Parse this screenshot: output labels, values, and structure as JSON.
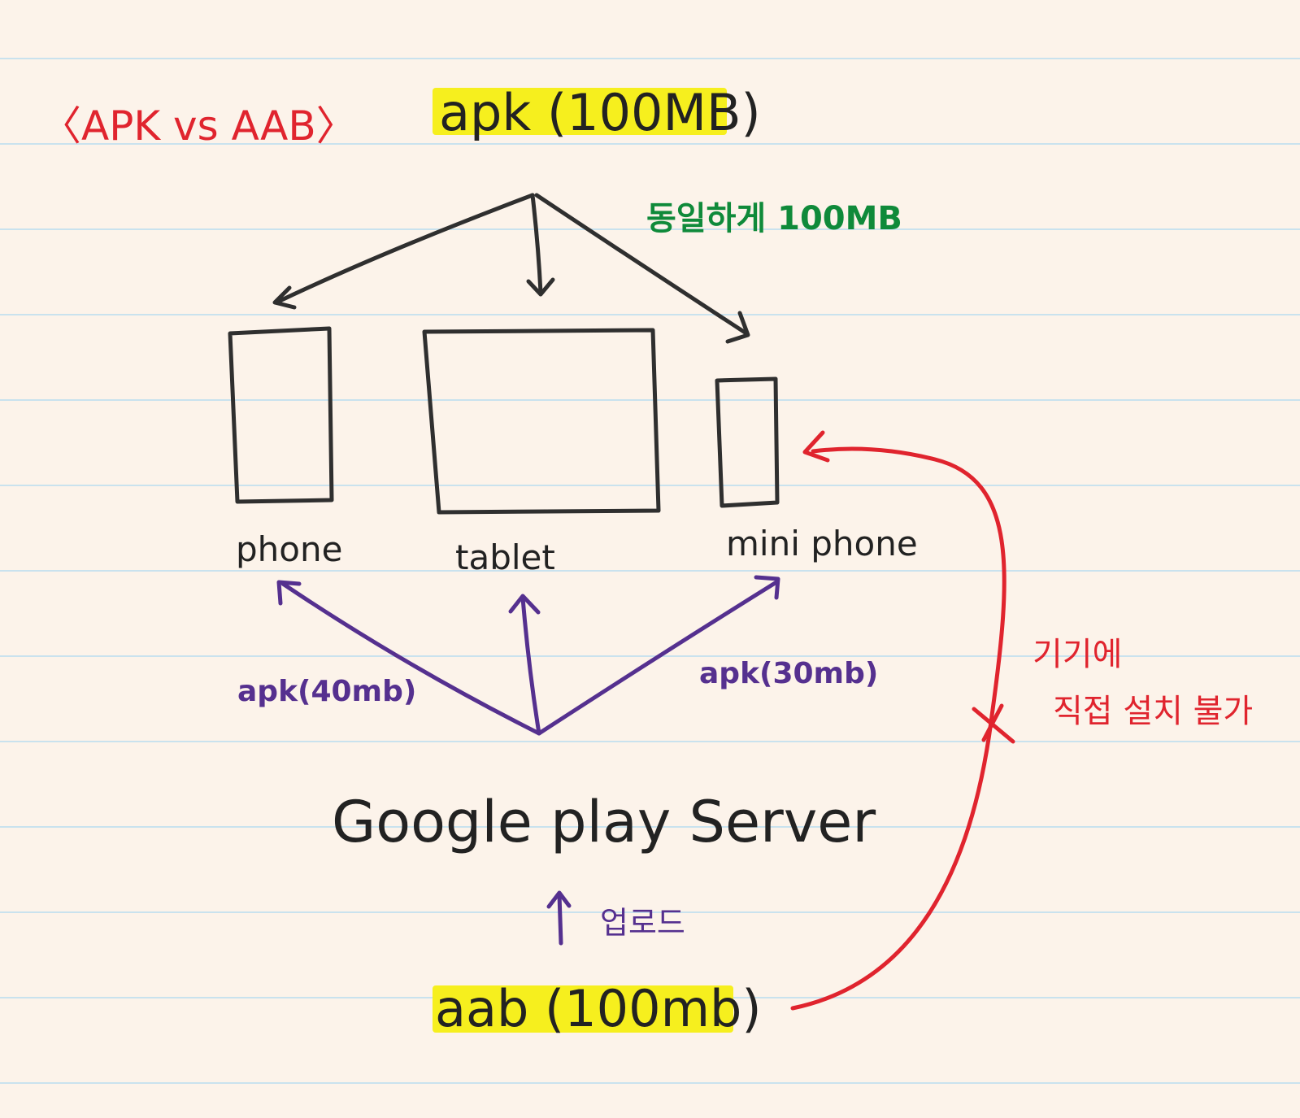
{
  "title": "〈APK vs AAB〉",
  "apk_source": "apk (100MB)",
  "apk_note": "동일하게 100MB",
  "devices": {
    "phone": "phone",
    "tablet": "tablet",
    "mini_phone": "mini phone"
  },
  "split_apk_phone": "apk(40mb)",
  "split_apk_mini": "apk(30mb)",
  "server": "Google play Server",
  "upload_label": "업로드",
  "aab_source": "aab (100mb)",
  "install_note": {
    "line1": "기기에",
    "line2": "직접 설치 불가"
  },
  "colors": {
    "ink": "#2f2f2f",
    "purple": "#55308f",
    "red": "#e0242e",
    "green": "#0f8a3a",
    "highlight": "#f6ef1e",
    "paper": "#fcf3ea"
  }
}
